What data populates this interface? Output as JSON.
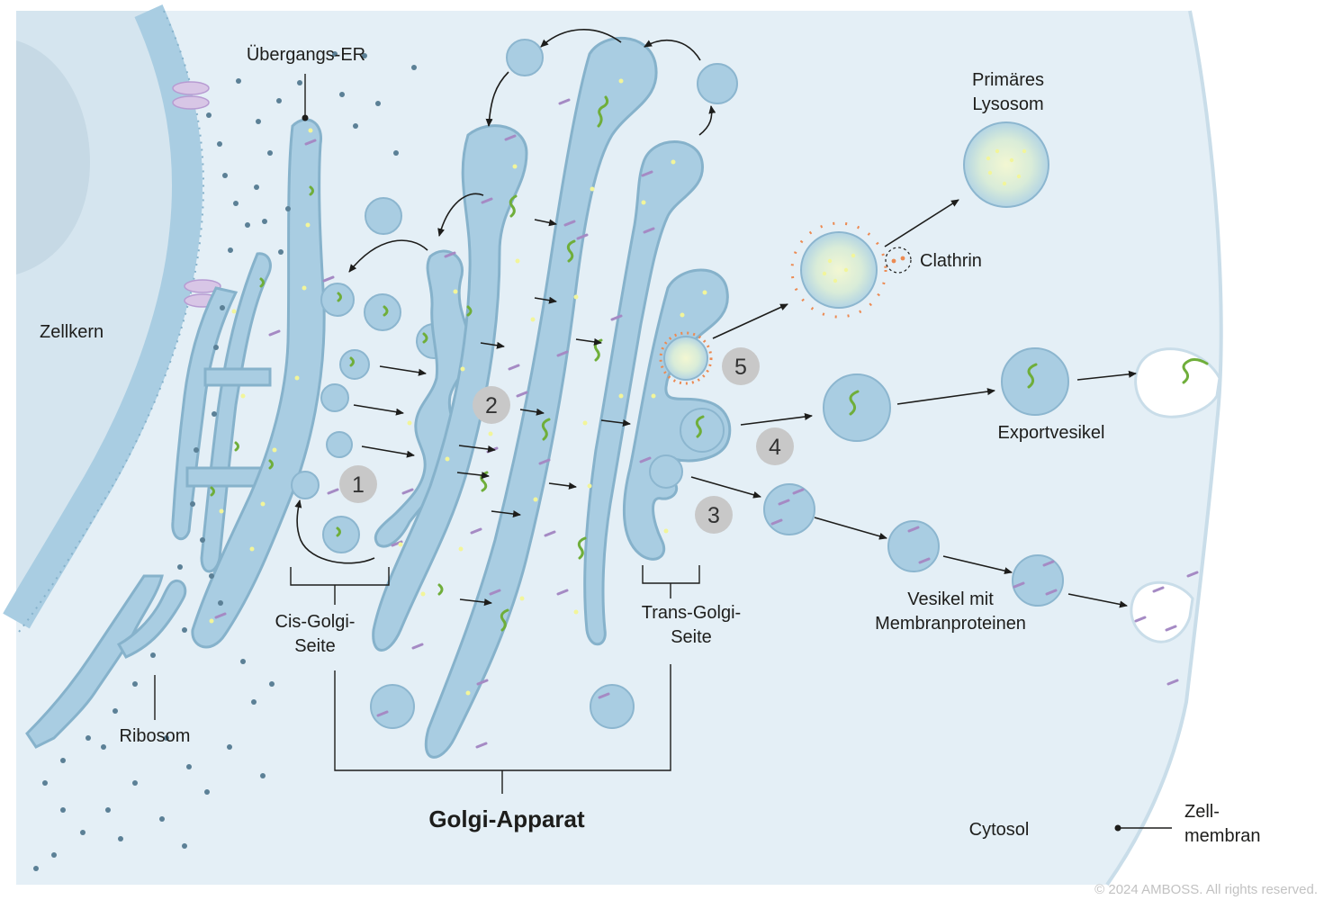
{
  "labels": {
    "er_transition": "Übergangs-ER",
    "primary_lysosome_line1": "Primäres",
    "primary_lysosome_line2": "Lysosom",
    "clathrin": "Clathrin",
    "nucleus": "Zellkern",
    "export_vesicle": "Exportvesikel",
    "cis_golgi_line1": "Cis-Golgi-",
    "cis_golgi_line2": "Seite",
    "trans_golgi_line1": "Trans-Golgi-",
    "trans_golgi_line2": "Seite",
    "membrane_vesicle_line1": "Vesikel mit",
    "membrane_vesicle_line2": "Membranproteinen",
    "ribosome": "Ribosom",
    "golgi_apparatus": "Golgi-Apparat",
    "cytosol": "Cytosol",
    "cell_membrane_line1": "Zell-",
    "cell_membrane_line2": "membran"
  },
  "steps": [
    "1",
    "2",
    "3",
    "4",
    "5"
  ],
  "copyright": "© 2024 AMBOSS. All rights reserved.",
  "colors": {
    "cytosol": "#e4eff6",
    "nucleus": "#d5e5ef",
    "membrane": "#a9cde2",
    "ribosome": "#5b8096",
    "protein_green": "#6fae3a",
    "membrane_protein": "#a58ac4",
    "clathrin": "#ec8a52",
    "step_badge": "#c8c8c8"
  }
}
